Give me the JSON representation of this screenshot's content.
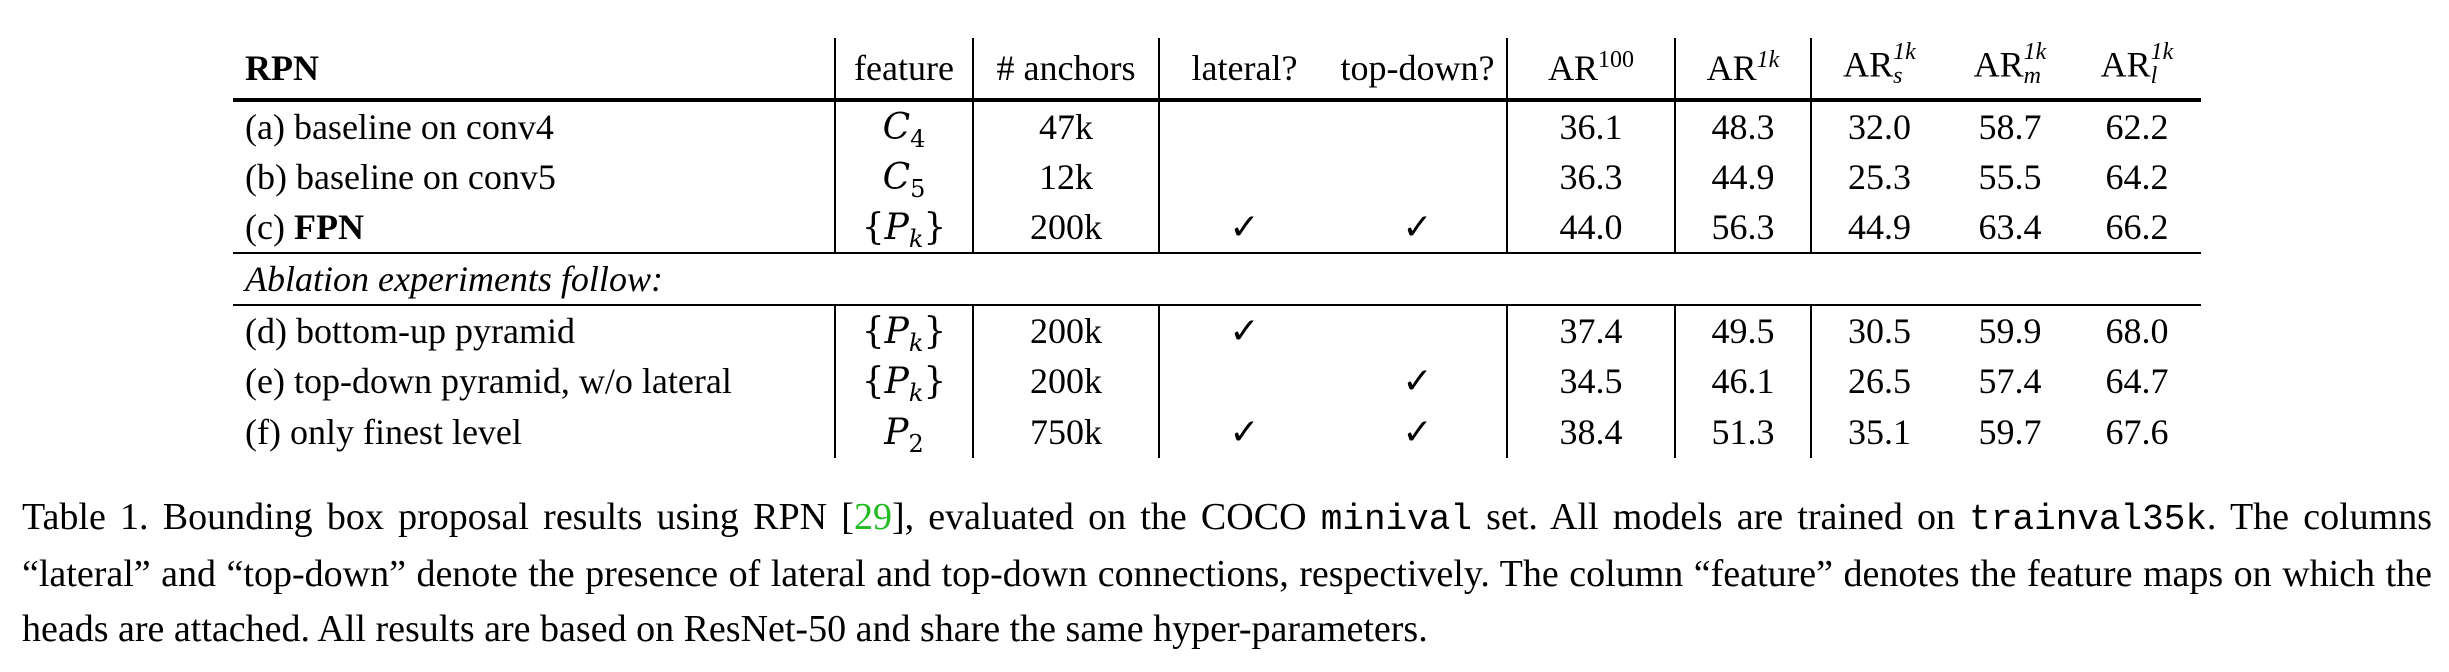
{
  "table": {
    "headers": {
      "rpn": "RPN",
      "feature": "feature",
      "anchors": "# anchors",
      "lateral": "lateral?",
      "topdown": "top-down?",
      "ar100_base": "AR",
      "ar100_sup": "100",
      "ar1k_base": "AR",
      "ar1k_sup": "1k",
      "ars_base": "AR",
      "ars_sup": "1k",
      "ars_sub": "s",
      "arm_base": "AR",
      "arm_sup": "1k",
      "arm_sub": "m",
      "arl_base": "AR",
      "arl_sup": "1k",
      "arl_sub": "l"
    },
    "rows": [
      {
        "label": "(a) baseline on conv4",
        "feat_base": "C",
        "feat_sub": "4",
        "anchors": "47k",
        "lateral": "",
        "topdown": "",
        "ar100": "36.1",
        "ar1k": "48.3",
        "ars": "32.0",
        "arm": "58.7",
        "arl": "62.2"
      },
      {
        "label": "(b) baseline on conv5",
        "feat_base": "C",
        "feat_sub": "5",
        "anchors": "12k",
        "lateral": "",
        "topdown": "",
        "ar100": "36.3",
        "ar1k": "44.9",
        "ars": "25.3",
        "arm": "55.5",
        "arl": "64.2"
      },
      {
        "label_prefix": "(c) ",
        "label_bold": "FPN",
        "feat_open": "{",
        "feat_base": "P",
        "feat_sub": "k",
        "feat_close": "}",
        "anchors": "200k",
        "lateral": "✓",
        "topdown": "✓",
        "ar100": "44.0",
        "ar1k": "56.3",
        "ars": "44.9",
        "arm": "63.4",
        "arl": "66.2"
      }
    ],
    "ablation_label": "Ablation experiments follow:",
    "ablation_rows": [
      {
        "label": "(d) bottom-up pyramid",
        "feat_open": "{",
        "feat_base": "P",
        "feat_sub": "k",
        "feat_close": "}",
        "anchors": "200k",
        "lateral": "✓",
        "topdown": "",
        "ar100": "37.4",
        "ar1k": "49.5",
        "ars": "30.5",
        "arm": "59.9",
        "arl": "68.0"
      },
      {
        "label": "(e) top-down pyramid, w/o lateral",
        "feat_open": "{",
        "feat_base": "P",
        "feat_sub": "k",
        "feat_close": "}",
        "anchors": "200k",
        "lateral": "",
        "topdown": "✓",
        "ar100": "34.5",
        "ar1k": "46.1",
        "ars": "26.5",
        "arm": "57.4",
        "arl": "64.7"
      },
      {
        "label": "(f) only finest level",
        "feat_base": "P",
        "feat_sub": "2",
        "anchors": "750k",
        "lateral": "✓",
        "topdown": "✓",
        "ar100": "38.4",
        "ar1k": "51.3",
        "ars": "35.1",
        "arm": "59.7",
        "arl": "67.6"
      }
    ]
  },
  "caption": {
    "t1": "Table 1. Bounding box proposal results using RPN [",
    "cite": "29",
    "t2": "], evaluated on the COCO ",
    "mono1": "minival",
    "t3": " set. All models are trained on ",
    "mono2": "trainval35k",
    "t4": ". The columns “lateral” and “top-down” denote the presence of lateral and top-down connections, respectively. The column “feature” denotes the feature maps on which the heads are attached. All results are based on ResNet-50 and share the same hyper-parameters."
  },
  "colors": {
    "cite": "#22bb22"
  }
}
